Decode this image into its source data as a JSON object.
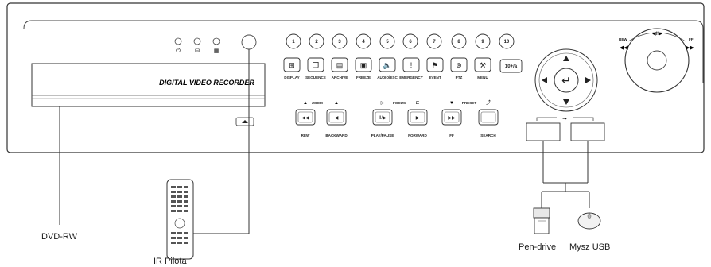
{
  "panel": {
    "title": "DIGITAL VIDEO RECORDER",
    "number_keys": [
      "1",
      "2",
      "3",
      "4",
      "5",
      "6",
      "7",
      "8",
      "9",
      "10",
      "10+/a"
    ],
    "func_keys": [
      {
        "label": "DISPLAY",
        "icon": "grid-icon"
      },
      {
        "label": "SEQUENCE",
        "icon": "sequence-icon"
      },
      {
        "label": "ARCHIVE",
        "icon": "archive-icon"
      },
      {
        "label": "FREEZE",
        "icon": "freeze-icon"
      },
      {
        "label": "AUDIO/ESC",
        "sub": "ESC",
        "icon": "speaker-icon"
      },
      {
        "label": "EMERGENCY",
        "icon": "exclamation-icon"
      },
      {
        "label": "EVENT",
        "icon": "running-man-icon"
      },
      {
        "label": "PTZ",
        "icon": "ptz-camera-icon"
      },
      {
        "label": "MENU",
        "icon": "menu-tools-icon"
      }
    ],
    "group_labels": {
      "zoom": "ZOOM",
      "focus": "FOCUS",
      "preset": "PRESET"
    },
    "playback_keys": [
      {
        "label": "REW",
        "glyph": "◀◀"
      },
      {
        "label": "BACKWARD",
        "glyph": "◀"
      },
      {
        "label": "PLAY/PAUSE",
        "glyph": "II/▶"
      },
      {
        "label": "FORWARD",
        "glyph": "▶"
      },
      {
        "label": "FF",
        "glyph": "▶▶"
      },
      {
        "label": "SEARCH",
        "glyph": ""
      }
    ],
    "jog": {
      "rew": "REW",
      "ff": "FF"
    },
    "usb_symbol": "⭠•⭢"
  },
  "callouts": {
    "dvd": "DVD-RW",
    "ir": "IR Pilota",
    "pendrive": "Pen-drive",
    "mouse": "Mysz USB"
  }
}
